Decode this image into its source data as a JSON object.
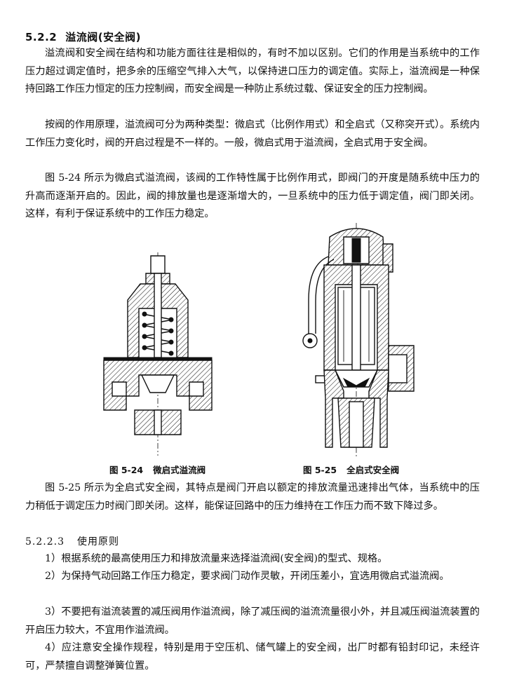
{
  "section": {
    "number": "5.2.2",
    "title": "溢流阀(安全阀)"
  },
  "paragraphs": [
    "溢流阀和安全阀在结构和功能方面往往是相似的，有时不加以区别。它们的作用是当系统中的工作压力超过调定值时，把多余的压缩空气排入大气，以保持进口压力的调定值。实际上，溢流阀是一种保持回路工作压力恒定的压力控制阀，而安全阀是一种防止系统过载、保证安全的压力控制阀。",
    "按阀的作用原理，溢流阀可分为两种类型：微启式（比例作用式）和全启式（又称突开式）。系统内工作压力变化时，阀的开启过程是不一样的。一般，微启式用于溢流阀，全启式用于安全阀。",
    "图 5-24 所示为微启式溢流阀，该阀的工作特性属于比例作用式，即阀门的开度是随系统中压力的升高而逐渐开启的。因此，阀的排放量也是逐渐增大的，一旦系统中的压力低于调定值，阀门即关闭。这样，有利于保证系统中的工作压力稳定。"
  ],
  "figures": [
    {
      "number": "图 5-24",
      "caption": "微启式溢流阀"
    },
    {
      "number": "图 5-25",
      "caption": "全启式安全阀"
    }
  ],
  "after_figures": "图 5-25 所示为全启式安全阀，其特点是阀门开启以额定的排放流量迅速排出气体，当系统中的压力稍低于调定压力时阀门即关闭。这样，能保证回路中的压力维持在工作压力而不致下降过多。",
  "subsection": {
    "number": "5.2.2.3",
    "title": "使用原则"
  },
  "principles": [
    "1）根据系统的最高使用压力和排放流量来选择溢流阀(安全阀)的型式、规格。",
    "2）为保持气动回路工作压力稳定，要求阀门动作灵敏，开闭压差小，宜选用微启式溢流阀。",
    "3）不要把有溢流装置的减压阀用作溢流阀，除了减压阀的溢流流量很小外，并且减压阀溢流装置的开启压力较大，不宜用作溢流阀。",
    "4）应注意安全操作规程，特别是用于空压机、储气罐上的安全阀，出厂时都有铅封印记，未经许可，严禁擅自调整弹簧位置。"
  ]
}
